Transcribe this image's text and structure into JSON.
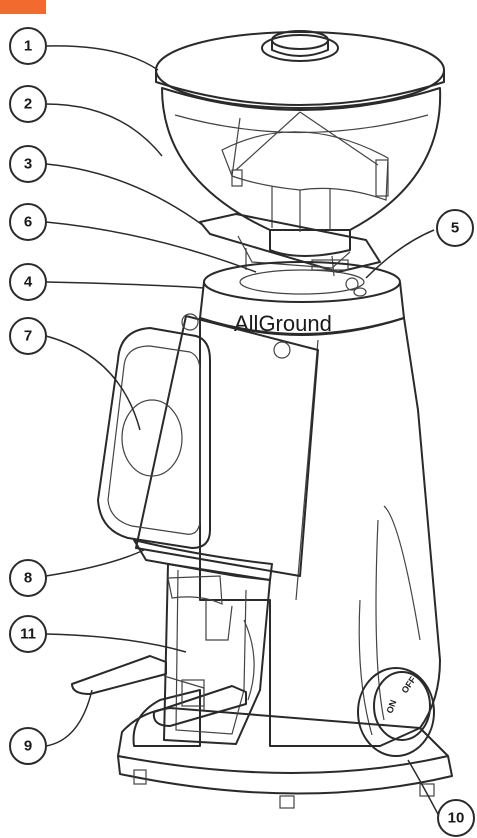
{
  "brand_label": "AllGround",
  "switch": {
    "on_label": "ON",
    "off_label": "OFF"
  },
  "colors": {
    "corner_tab": "#f26a2e",
    "line": "#2a2a2a",
    "body_fill": "#f1f1f1"
  },
  "callouts": [
    {
      "id": "1",
      "label": "1"
    },
    {
      "id": "2",
      "label": "2"
    },
    {
      "id": "3",
      "label": "3"
    },
    {
      "id": "4",
      "label": "4"
    },
    {
      "id": "5",
      "label": "5"
    },
    {
      "id": "6",
      "label": "6"
    },
    {
      "id": "7",
      "label": "7"
    },
    {
      "id": "8",
      "label": "8"
    },
    {
      "id": "9",
      "label": "9"
    },
    {
      "id": "10",
      "label": "10"
    },
    {
      "id": "11",
      "label": "11"
    }
  ]
}
